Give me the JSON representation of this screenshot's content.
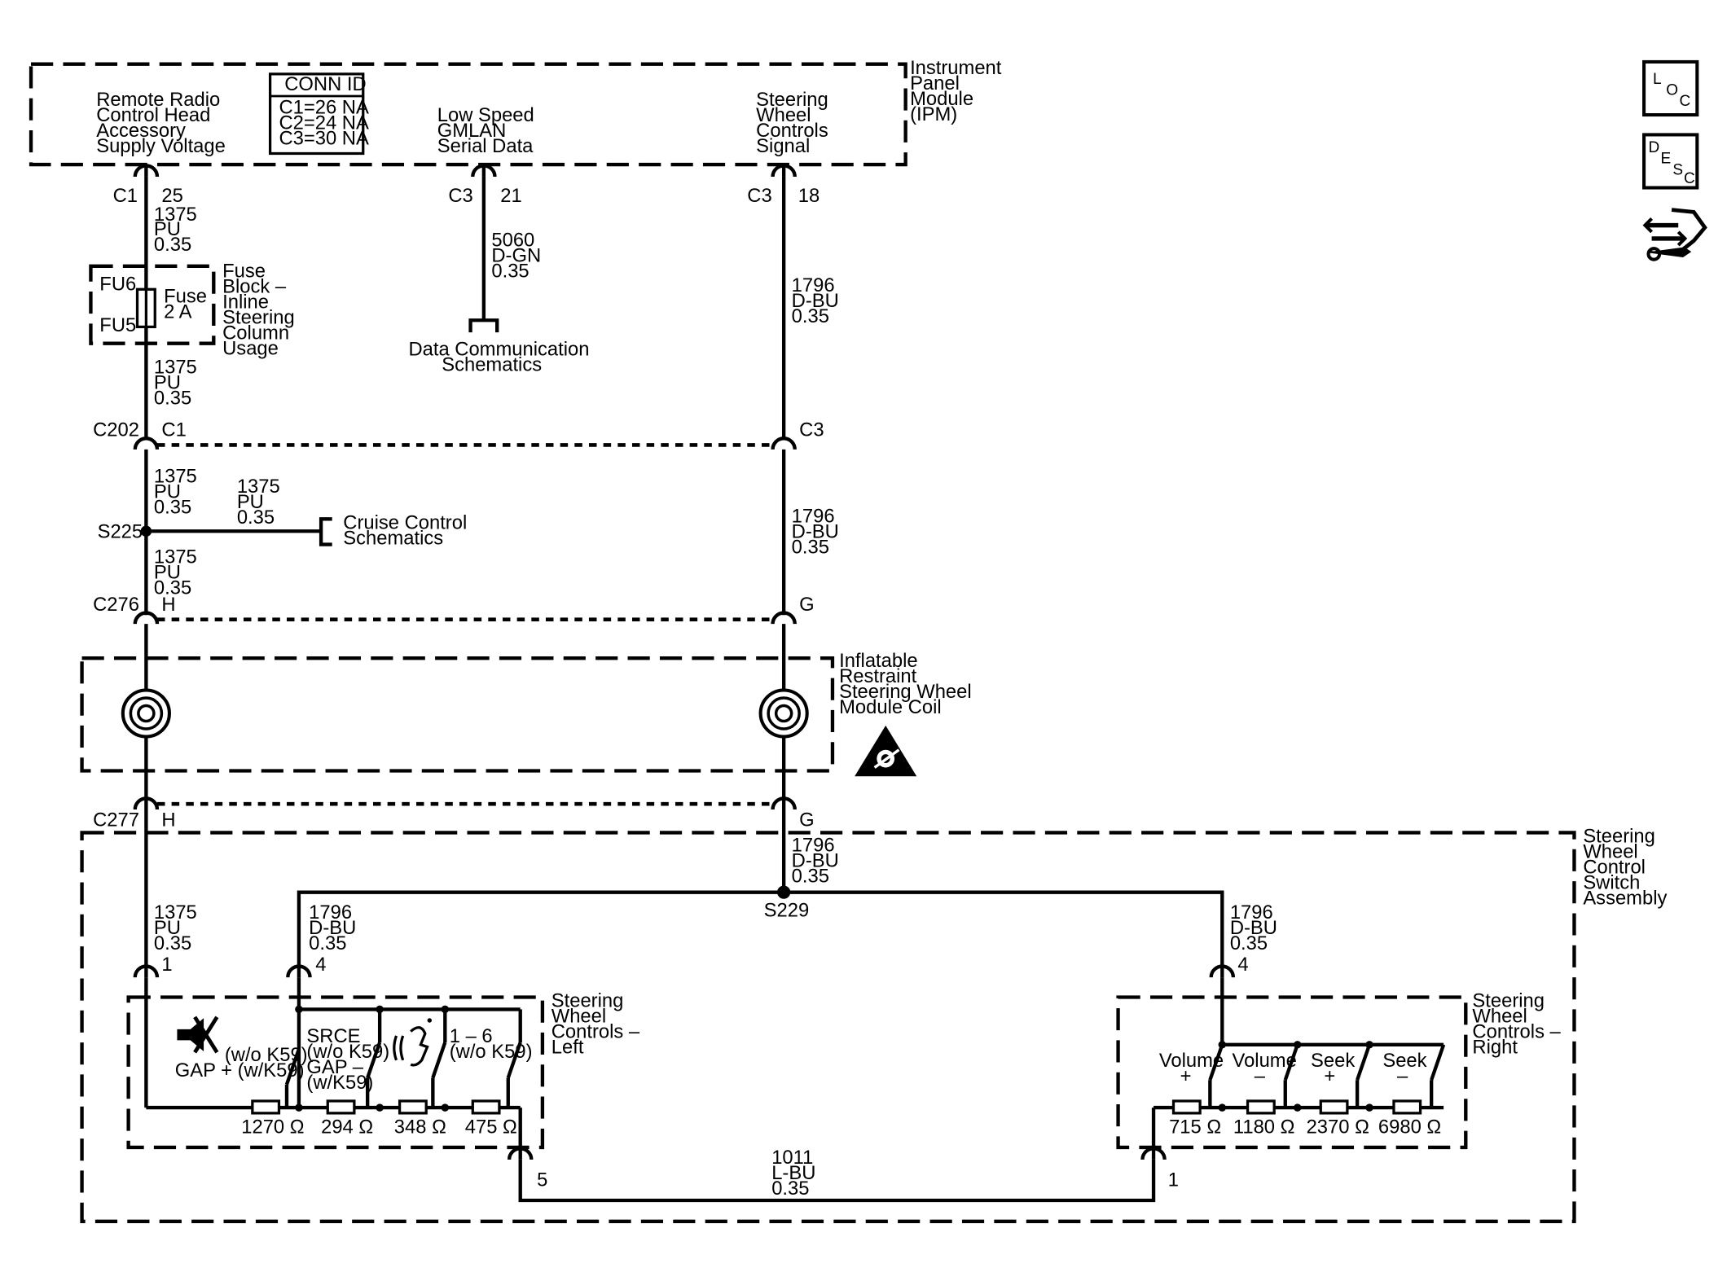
{
  "modules": {
    "ipm": "Instrument Panel Module (IPM)",
    "swcsa": "Steering Wheel Control Switch Assembly",
    "coil": "Inflatable Restraint Steering Wheel Module Coil",
    "fuse_block": "Fuse Block – Inline Steering Column Usage",
    "swc_left": "Steering Wheel Controls – Left",
    "swc_right": "Steering Wheel Controls – Right"
  },
  "ipm_pins": {
    "remote_radio": "Remote Radio Control Head Accessory Supply Voltage",
    "low_speed": "Low Speed GMLAN Serial Data",
    "swc_signal": "Steering Wheel Controls Signal"
  },
  "conn_id": {
    "title": "CONN ID",
    "rows": [
      "C1=26 NA",
      "C2=24 NA",
      "C3=30 NA"
    ]
  },
  "connectors": {
    "c1": "C1",
    "c1_pin": "25",
    "c3a": "C3",
    "c3a_pin": "21",
    "c3b": "C3",
    "c3b_pin": "18",
    "c202": "C202",
    "c202_left": "C1",
    "c202_right": "C3",
    "s225": "S225",
    "c276": "C276",
    "c276_left": "H",
    "c276_right": "G",
    "c277": "C277",
    "c277_left": "H",
    "c277_right": "G",
    "s229": "S229",
    "left_pin1": "1",
    "left_pin4": "4",
    "left_pin5": "5",
    "right_pin4": "4",
    "right_pin1": "1"
  },
  "wires": {
    "w1375": [
      "1375",
      "PU",
      "0.35"
    ],
    "w5060": [
      "5060",
      "D-GN",
      "0.35"
    ],
    "w1796": [
      "1796",
      "D-BU",
      "0.35"
    ],
    "w1011": [
      "1011",
      "L-BU",
      "0.35"
    ]
  },
  "fuse": {
    "fu6": "FU6",
    "fu5": "FU5",
    "label": "Fuse 2 A"
  },
  "refs": {
    "data_comm": "Data Communication Schematics",
    "cruise": "Cruise Control Schematics"
  },
  "left_switches": {
    "s1": "(w/o K59) GAP + (w/K59)",
    "s2": "SRCE (w/o K59) GAP – (w/K59)",
    "s4": "1 – 6 (w/o K59)",
    "r": [
      "1270 Ω",
      "294 Ω",
      "348 Ω",
      "475 Ω"
    ]
  },
  "right_switches": {
    "labels": [
      "Volume +",
      "Volume –",
      "Seek +",
      "Seek –"
    ],
    "r": [
      "715 Ω",
      "1180 Ω",
      "2370 Ω",
      "6980 Ω"
    ]
  },
  "side_icons": {
    "loc": "LOC",
    "desc": "DESC"
  }
}
